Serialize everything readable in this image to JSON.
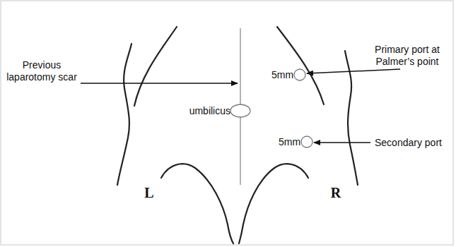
{
  "diagram": {
    "labels": [
      "Previous laparotomy scar",
      "5mm",
      "Primary port at Palmer’s point",
      "umbilicus",
      "5mm",
      "Secondary port",
      "L",
      "R"
    ]
  }
}
